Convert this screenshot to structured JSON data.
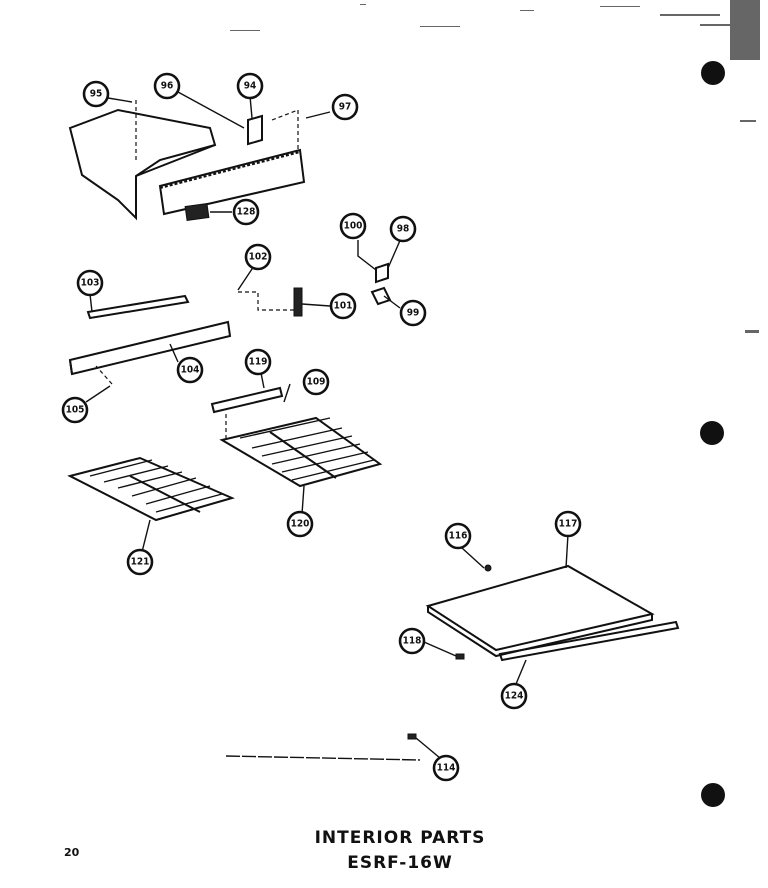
{
  "title": {
    "line1": "INTERIOR PARTS",
    "line2": "ESRF-16W"
  },
  "page_number": "20",
  "callouts": [
    "95",
    "96",
    "94",
    "97",
    "128",
    "100",
    "98",
    "99",
    "102",
    "101",
    "103",
    "104",
    "105",
    "119",
    "109",
    "120",
    "121",
    "116",
    "117",
    "118",
    "124",
    "114"
  ]
}
